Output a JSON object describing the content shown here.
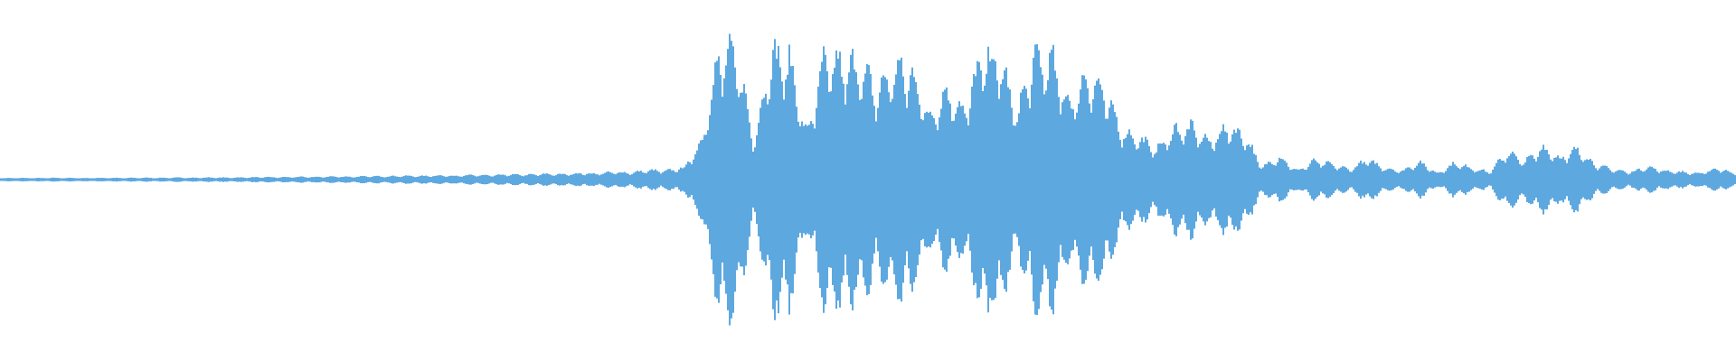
{
  "waveform": {
    "color": "#5ea8e0",
    "background": "#ffffff",
    "envelope": [
      0.012,
      0.013,
      0.012,
      0.014,
      0.013,
      0.012,
      0.014,
      0.013,
      0.015,
      0.014,
      0.016,
      0.015,
      0.017,
      0.016,
      0.018,
      0.02,
      0.019,
      0.022,
      0.021,
      0.025,
      0.023,
      0.027,
      0.026,
      0.03,
      0.028,
      0.033,
      0.031,
      0.036,
      0.034,
      0.04,
      0.038,
      0.045,
      0.042,
      0.05,
      0.048,
      0.06,
      0.055,
      0.075,
      0.07,
      0.095,
      0.3,
      1.0,
      0.98,
      0.3,
      0.99,
      0.96,
      0.35,
      0.95,
      0.92,
      0.9,
      0.7,
      0.88,
      0.86,
      0.5,
      0.7,
      0.55,
      0.98,
      0.96,
      0.52,
      0.97,
      0.94,
      0.6,
      0.82,
      0.7,
      0.38,
      0.33,
      0.24,
      0.4,
      0.41,
      0.3,
      0.42,
      0.35,
      0.1,
      0.18,
      0.07,
      0.15,
      0.12,
      0.08,
      0.16,
      0.09,
      0.07,
      0.14,
      0.05,
      0.13,
      0.09,
      0.06,
      0.22,
      0.14,
      0.26,
      0.17,
      0.24,
      0.12,
      0.08,
      0.06,
      0.1,
      0.07,
      0.06,
      0.05,
      0.09,
      0.05
    ],
    "mode": "mirrored"
  }
}
